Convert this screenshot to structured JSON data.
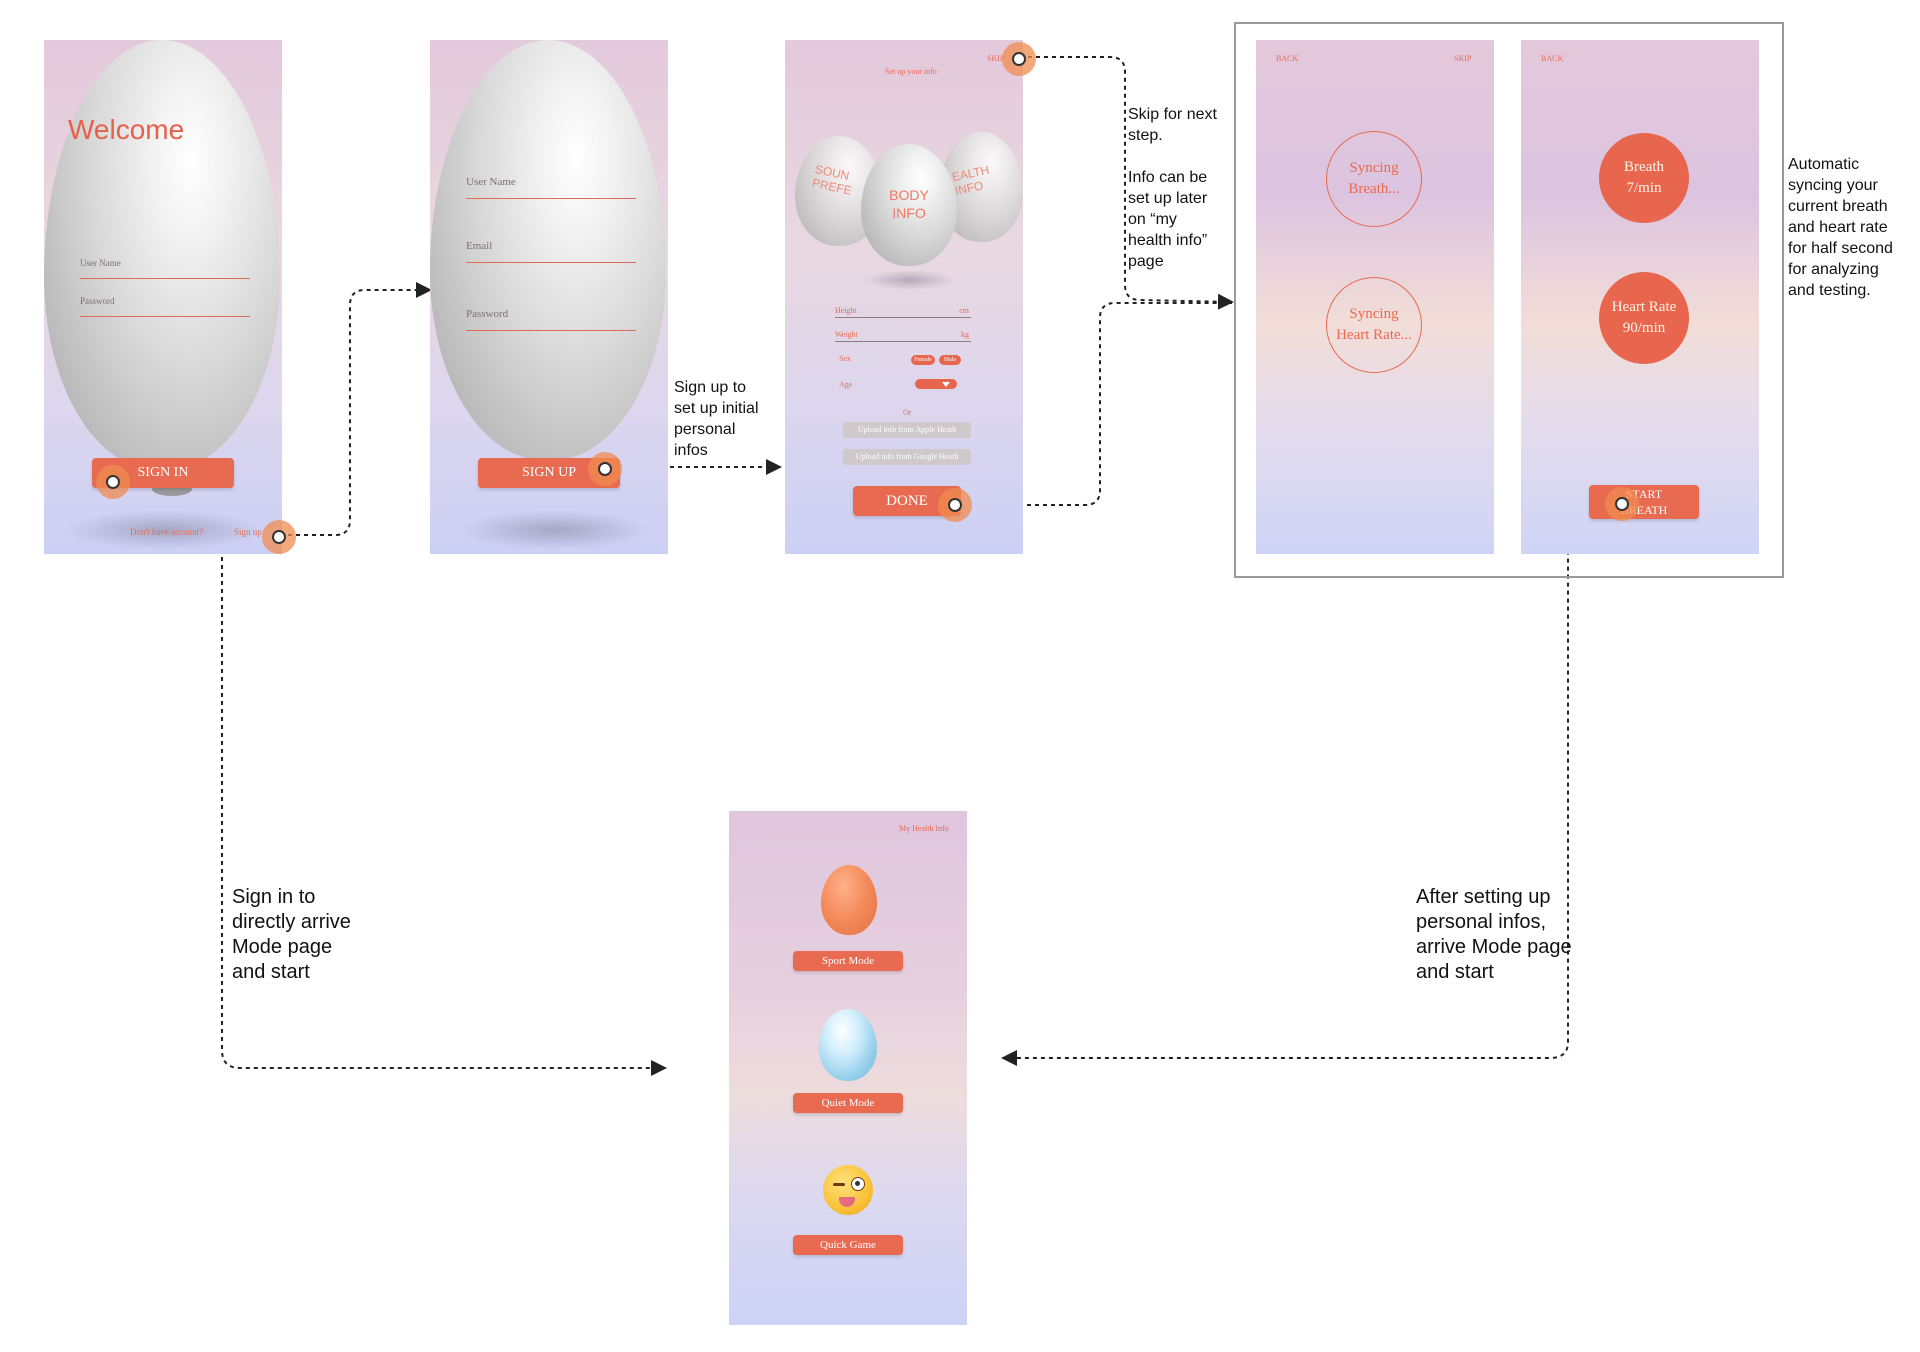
{
  "screen1": {
    "welcome": "Welcome",
    "username": "User Name",
    "password": "Password",
    "signin": "SIGN IN",
    "dont_have": "Don't have account?",
    "signup_link": "Sign up"
  },
  "screen2": {
    "username": "User Name",
    "email": "Email",
    "password": "Password",
    "signup": "SIGN UP"
  },
  "screen3": {
    "skip": "SKIP",
    "title": "Set up your info",
    "balloon_left": "SOUN PREFE",
    "balloon_center": "BODY INFO",
    "balloon_right": "EALTH INFO",
    "height": "Height",
    "height_unit": "cm",
    "weight": "Weight",
    "weight_unit": "kg",
    "sex": "Sex",
    "female": "Female",
    "male": "Male",
    "age": "Age",
    "or": "Or",
    "upload_apple": "Upload info from Apple Heath",
    "upload_google": "Upload info from Google Heath",
    "done": "DONE"
  },
  "screen4": {
    "back": "BACK",
    "skip": "SKIP",
    "syncing_breath": "Syncing\nBreath...",
    "syncing_heart": "Syncing\nHeart Rate..."
  },
  "screen5": {
    "back": "BACK",
    "breath": "Breath\n7/min",
    "heart": "Heart Rate\n90/min",
    "start": "START\nBREATH"
  },
  "screen6": {
    "my_health": "My Health Info",
    "sport": "Sport Mode",
    "quiet": "Quiet Mode",
    "game": "Quick Game"
  },
  "notes": {
    "signup": "Sign up to\nset up initial\npersonal\ninfos",
    "skip": "Skip for next\nstep.\n\nInfo can be\nset up later\non “my\nhealth info”\npage",
    "auto": " Automatic\nsyncing your\ncurrent breath\nand heart rate\nfor half second\nfor analyzing\nand testing.",
    "signin": "Sign in to\ndirectly arrive\nMode page\nand start",
    "after": "After setting up\npersonal infos,\narrive Mode page\nand start"
  },
  "colors": {
    "accent": "#e86a50",
    "bg_top": "#e3c9dc",
    "bg_bottom": "#ccd0f5"
  }
}
